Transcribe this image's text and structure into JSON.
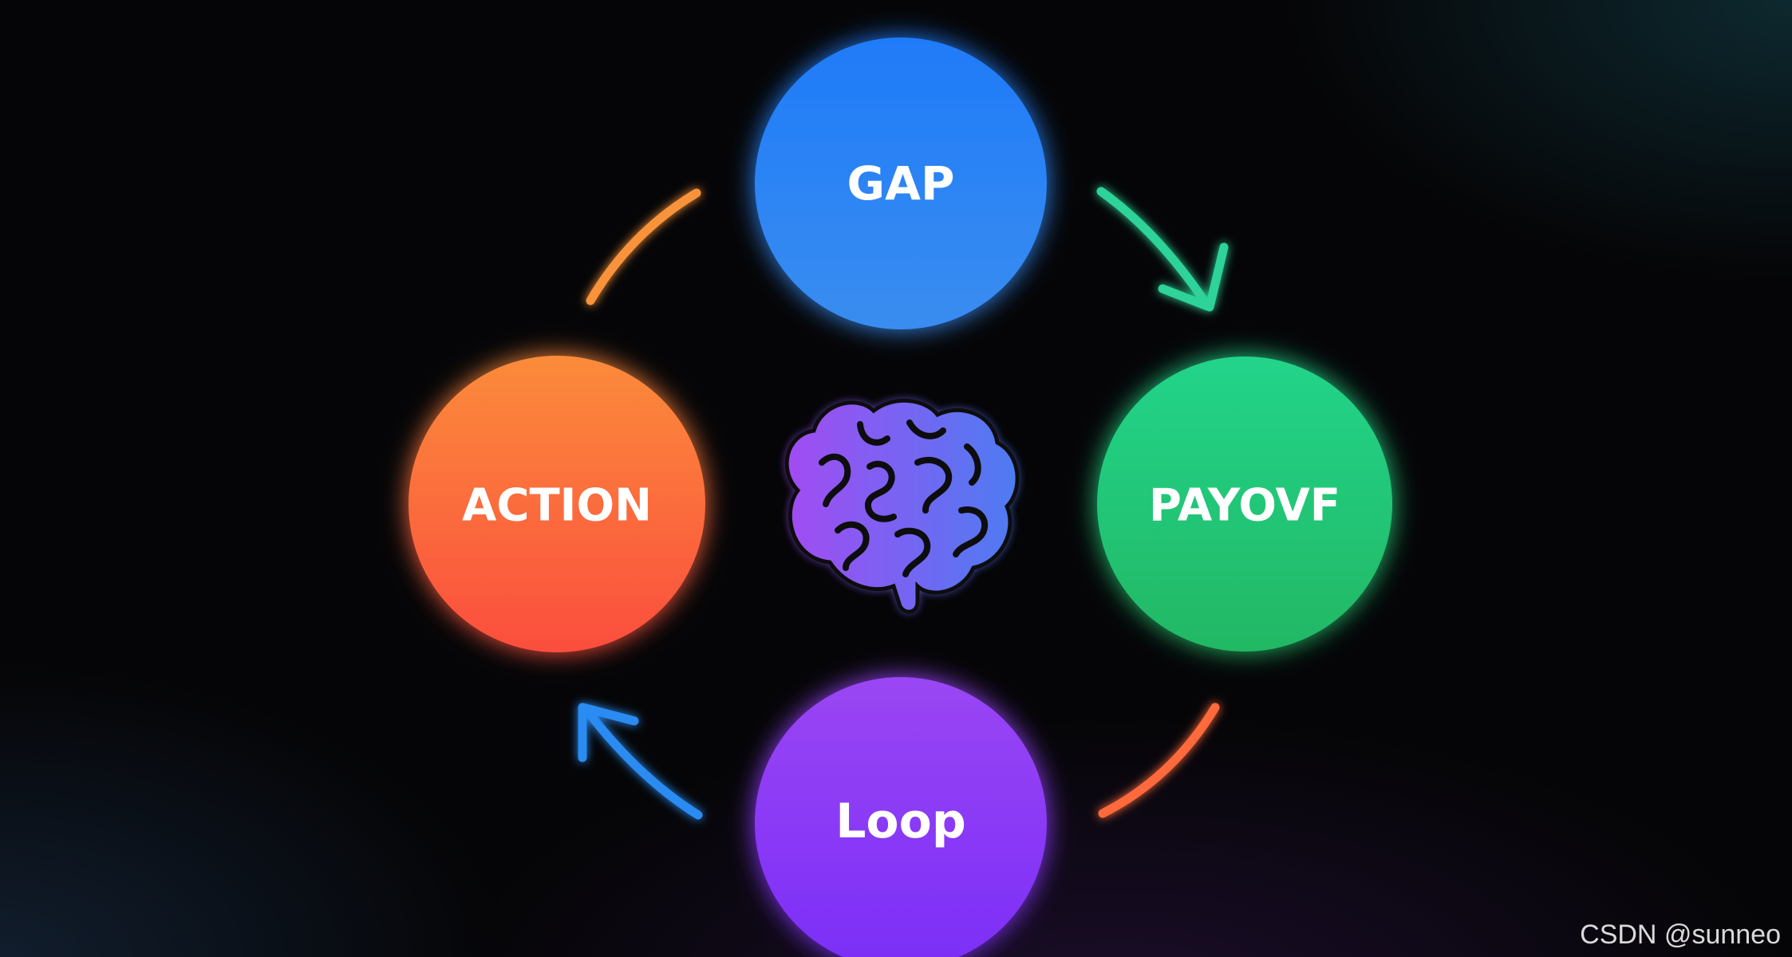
{
  "diagram": {
    "nodes": [
      {
        "id": "gap",
        "label": "GAP",
        "color": "#2f7df4"
      },
      {
        "id": "payoff",
        "label": "PAYOVF",
        "color": "#22c97f"
      },
      {
        "id": "loop",
        "label": "Loop",
        "color": "#8b3cf6"
      },
      {
        "id": "action",
        "label": "ACTION",
        "color": "#fb5d3c"
      }
    ],
    "center_icon": "brain-icon",
    "arrow_colors": {
      "gap_to_payoff": "#2fd39a",
      "payoff_to_loop": "#ff6a3d",
      "loop_to_action": "#2a8cf2",
      "action_to_gap": "#f9933a"
    }
  },
  "watermark": "CSDN @sunneo"
}
